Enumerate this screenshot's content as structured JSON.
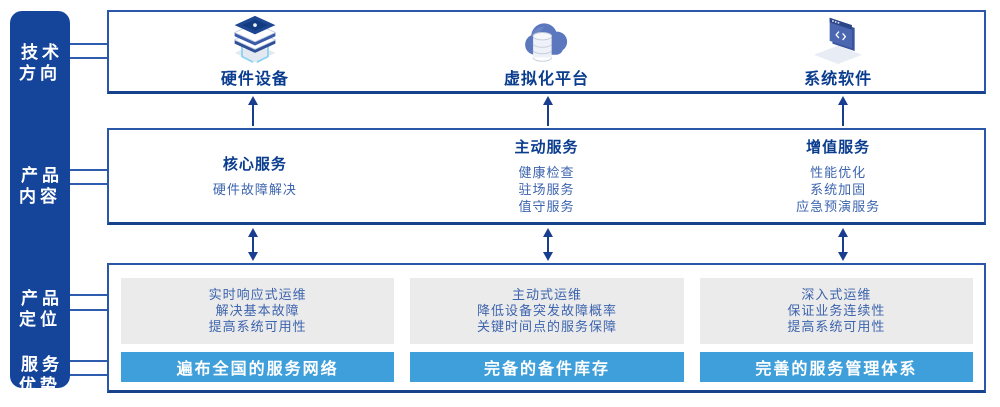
{
  "colors": {
    "sidebar_bg": "#15459B",
    "box_border": "#2A57A8",
    "heading_navy": "#0B3D8F",
    "body_blue": "#3D64AE",
    "banner_blue": "#3F9FDA",
    "gray_box": "#EBEBEB",
    "arrow_navy": "#1A3E8F"
  },
  "sidebar": {
    "items": [
      {
        "line1": "技术",
        "line2": "方向"
      },
      {
        "line1": "产品",
        "line2": "内容"
      },
      {
        "line1": "产品",
        "line2": "定位"
      },
      {
        "line1": "服务",
        "line2": "优势"
      }
    ]
  },
  "tech_row": {
    "items": [
      {
        "icon": "server-stack-icon",
        "label": "硬件设备"
      },
      {
        "icon": "cloud-database-icon",
        "label": "虚拟化平台"
      },
      {
        "icon": "software-window-icon",
        "label": "系统软件"
      }
    ]
  },
  "content_row": {
    "columns": [
      {
        "title": "核心服务",
        "items": [
          "硬件故障解决"
        ]
      },
      {
        "title": "主动服务",
        "items": [
          "健康检查",
          "驻场服务",
          "值守服务"
        ]
      },
      {
        "title": "增值服务",
        "items": [
          "性能优化",
          "系统加固",
          "应急预演服务"
        ]
      }
    ]
  },
  "positioning_row": {
    "columns": [
      {
        "lines": [
          "实时响应式运维",
          "解决基本故障",
          "提高系统可用性"
        ],
        "banner": "遍布全国的服务网络"
      },
      {
        "lines": [
          "主动式运维",
          "降低设备突发故障概率",
          "关键时间点的服务保障"
        ],
        "banner": "完备的备件库存"
      },
      {
        "lines": [
          "深入式运维",
          "保证业务连续性",
          "提高系统可用性"
        ],
        "banner": "完善的服务管理体系"
      }
    ]
  }
}
